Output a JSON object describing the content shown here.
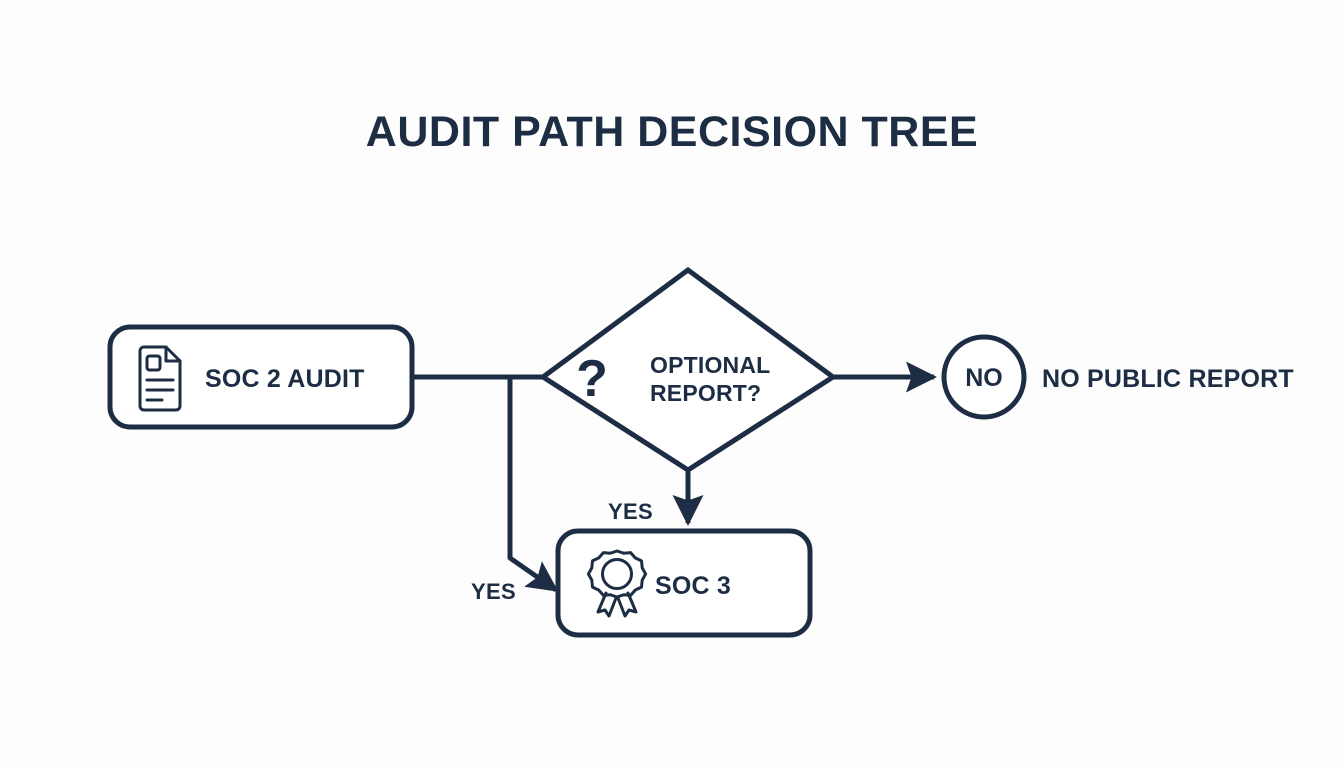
{
  "page": {
    "title": "AUDIT PATH DECISION TREE",
    "background_color": "#fdfdfd",
    "ink_color": "#1d2d44"
  },
  "diagram": {
    "type": "flowchart",
    "nodes": [
      {
        "id": "soc2",
        "shape": "rounded-rect",
        "label": "SOC 2 AUDIT",
        "icon": "document-icon"
      },
      {
        "id": "optional_report",
        "shape": "diamond",
        "label_line1": "OPTIONAL",
        "label_line2": "REPORT?",
        "icon": "question-mark-icon",
        "glyph": "?"
      },
      {
        "id": "no_outcome",
        "shape": "circle",
        "badge": "NO",
        "label": "NO PUBLIC REPORT"
      },
      {
        "id": "soc3",
        "shape": "rounded-rect",
        "label": "SOC 3",
        "icon": "award-rosette-icon"
      }
    ],
    "edges": [
      {
        "id": "soc2-to-decision",
        "from": "soc2",
        "to": "optional_report",
        "label": "",
        "arrow": false
      },
      {
        "id": "branch-to-soc3",
        "from": "soc2",
        "to": "soc3",
        "label": "YES",
        "arrow": true
      },
      {
        "id": "decision-to-no",
        "from": "optional_report",
        "to": "no_outcome",
        "label": "",
        "arrow": true
      },
      {
        "id": "decision-to-soc3",
        "from": "optional_report",
        "to": "soc3",
        "label": "YES",
        "arrow": true
      }
    ]
  }
}
